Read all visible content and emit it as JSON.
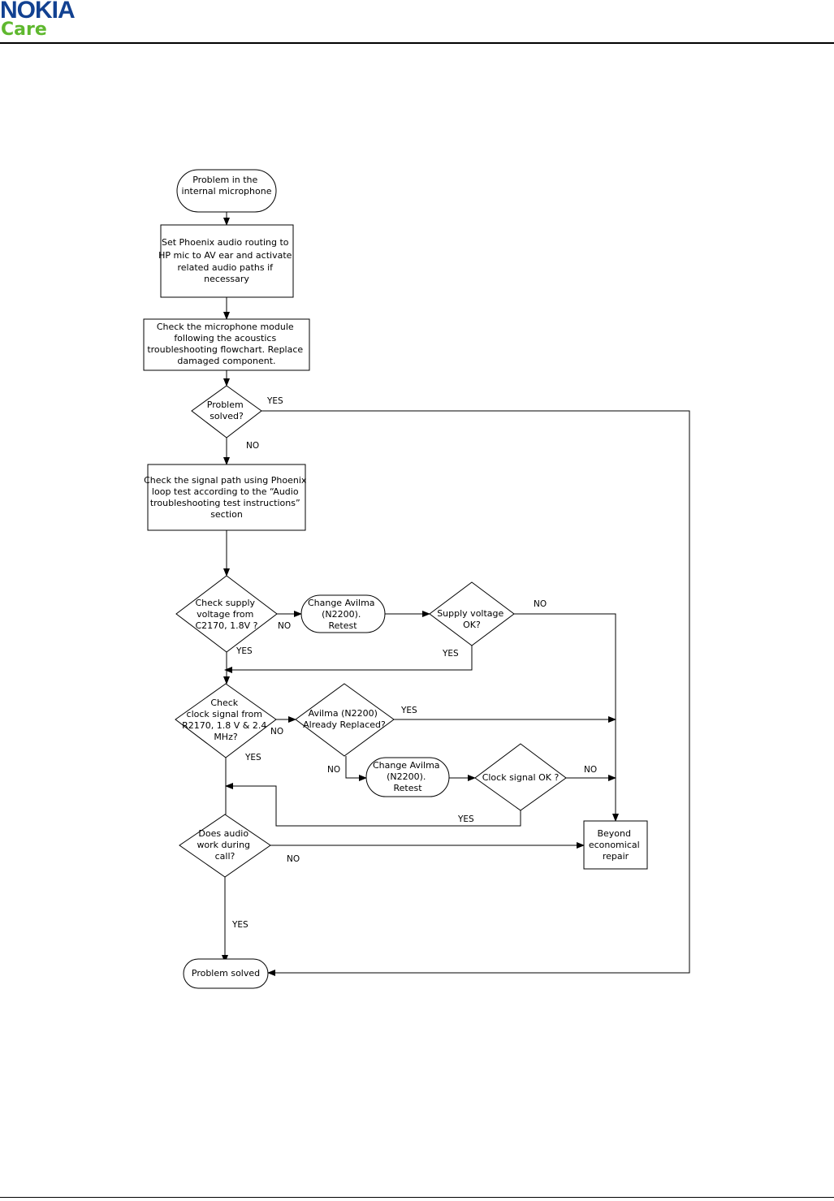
{
  "header": {
    "brand_main": "NOKIA",
    "brand_sub": "Care"
  },
  "nodes": {
    "start": [
      "Problem in the",
      "internal microphone"
    ],
    "set_routing": [
      "Set Phoenix audio routing to",
      "HP mic to AV ear and activate",
      "related audio paths if",
      "necessary"
    ],
    "check_mic": [
      "Check the microphone module",
      "following the acoustics",
      "troubleshooting  flowchart. Replace",
      "damaged component."
    ],
    "problem_solved_q": [
      "Problem",
      "solved?"
    ],
    "check_signal_path": [
      "Check the signal path using Phoenix",
      "loop test according to the “Audio",
      "troubleshooting test instructions”",
      "section"
    ],
    "check_supply": [
      "Check supply",
      "voltage from",
      "C2170, 1.8V ?"
    ],
    "change_avilma_1": [
      "Change Avilma",
      "(N2200).",
      "Retest"
    ],
    "supply_ok_q": [
      "Supply voltage",
      "OK?"
    ],
    "check_clock": [
      "Check",
      "clock signal from",
      "R2170, 1.8 V & 2.4",
      "MHz?"
    ],
    "avilma_replaced_q": [
      "Avilma (N2200)",
      "Already Replaced?"
    ],
    "change_avilma_2": [
      "Change Avilma",
      "(N2200).",
      "Retest"
    ],
    "clock_ok_q": [
      "Clock signal OK ?"
    ],
    "audio_works_q": [
      "Does audio",
      "work during",
      "call?"
    ],
    "beyond_repair": [
      "Beyond",
      "economical",
      "repair"
    ],
    "problem_solved_end": [
      "Problem solved"
    ]
  },
  "edge_labels": {
    "yes": "YES",
    "no": "NO"
  }
}
